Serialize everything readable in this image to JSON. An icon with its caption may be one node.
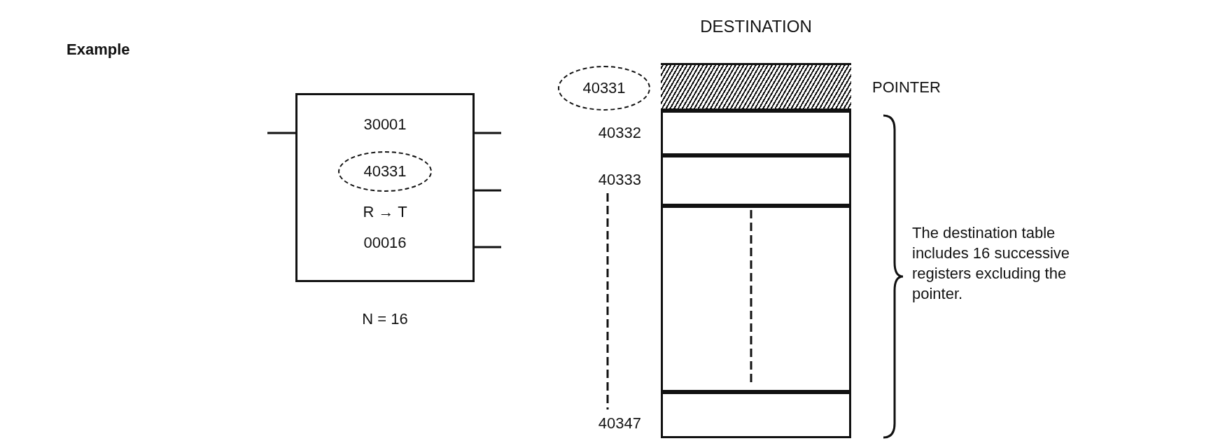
{
  "diagram": {
    "title": "Example",
    "nodes": [
      {
        "text": [
          "30001",
          "40331",
          "R → T",
          "00016"
        ],
        "beside": [
          "N = 16"
        ]
      },
      {
        "text": [
          "DESTINATION"
        ]
      },
      {
        "text": [],
        "shape": "box",
        "in": 1,
        "beside": [
          "40331",
          "POINTER"
        ]
      },
      {
        "text": [],
        "shape": "box",
        "in": 1,
        "beside": [
          "40332"
        ]
      },
      {
        "text": [],
        "shape": "box",
        "in": 1,
        "beside": [
          "40333"
        ]
      },
      {
        "text": [],
        "shape": "box",
        "in": 1
      },
      {
        "text": [],
        "shape": "box",
        "in": 1,
        "beside": [
          "40347"
        ]
      }
    ],
    "labels": [
      "The destination table includes 16 successive registers excluding the pointer."
    ]
  }
}
